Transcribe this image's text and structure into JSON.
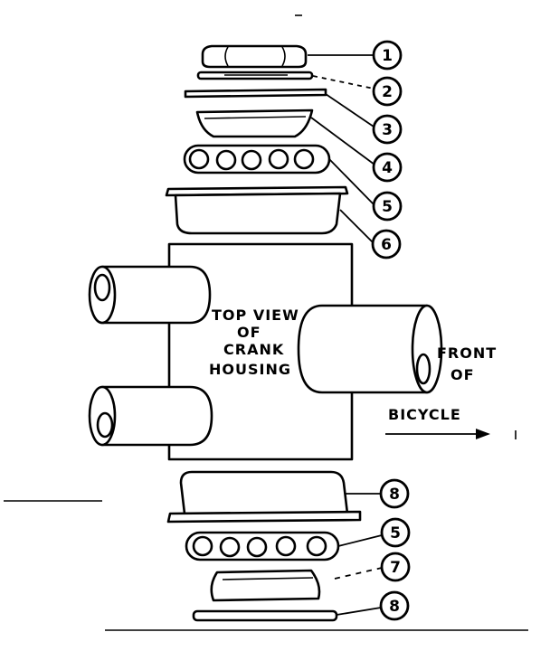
{
  "center_label": [
    "TOP VIEW",
    "OF",
    "CRANK",
    "HOUSING"
  ],
  "direction_label": [
    "FRONT",
    "OF",
    "BICYCLE"
  ],
  "callouts": [
    "1",
    "2",
    "3",
    "4",
    "5",
    "6",
    "8",
    "5",
    "7",
    "8"
  ]
}
